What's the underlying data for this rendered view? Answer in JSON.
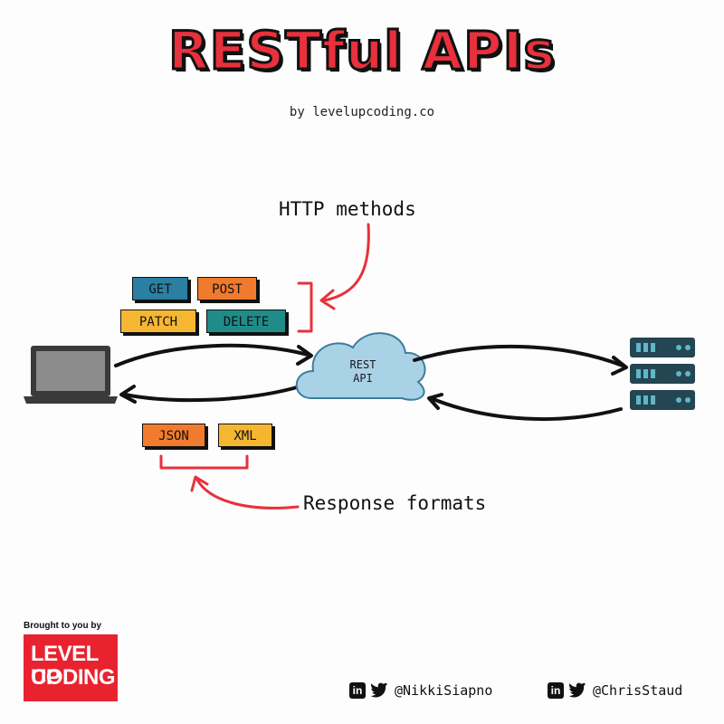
{
  "title": "RESTful APIs",
  "subtitle": "by levelupcoding.co",
  "http_methods_label": "HTTP methods",
  "response_formats_label": "Response formats",
  "methods": [
    "GET",
    "POST",
    "PATCH",
    "DELETE"
  ],
  "formats": [
    "JSON",
    "XML"
  ],
  "cloud_label": [
    "REST",
    "API"
  ],
  "footer": {
    "brought_by": "Brought to you by",
    "logo_line1": "LEVEL UP",
    "logo_line2": "CODING",
    "handles": [
      "@NikkiSiapno",
      "@ChrisStaud"
    ],
    "icon_in": "in"
  },
  "colors": {
    "title_red": "#e8313c",
    "arrow_red": "#e8313c",
    "get": "#2a7fa3",
    "post": "#f07b2e",
    "patch": "#f5b731",
    "delete": "#1f8c8a",
    "json": "#f07b2e",
    "xml": "#f5b731",
    "cloud": "#a9d2e6",
    "server": "#244552",
    "logo_bg": "#e8232f"
  }
}
